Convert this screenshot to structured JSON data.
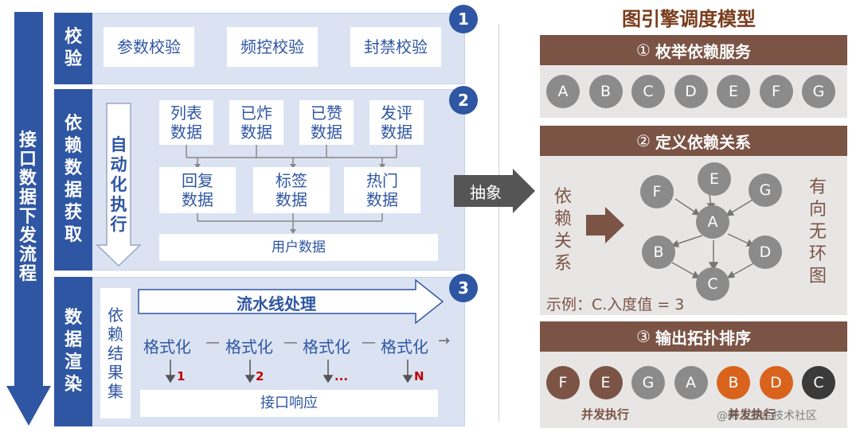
{
  "left_title": "接口数据下发流程",
  "sections": {
    "validate": {
      "label": "校验",
      "number": "1",
      "items": [
        "参数校验",
        "频控校验",
        "封禁校验"
      ]
    },
    "fetch": {
      "label": "依赖数据获取",
      "number": "2",
      "auto_exec": "自动化执行",
      "row1": [
        "列表\n数据",
        "已炸\n数据",
        "已赞\n数据",
        "发评\n数据"
      ],
      "row2": [
        "回复\n数据",
        "标签\n数据",
        "热门\n数据"
      ],
      "row3": "用户数据"
    },
    "render": {
      "label": "数据渲染",
      "number": "3",
      "pipeline": "流水线处理",
      "dep_result": "依赖结果集",
      "format_label": "格式化",
      "indices": [
        "1",
        "2",
        "...",
        "N"
      ],
      "response": "接口响应"
    }
  },
  "abstract_label": "抽象",
  "right": {
    "title": "图引擎调度模型",
    "step1": {
      "num": "①",
      "label": "枚举依赖服务"
    },
    "step2": {
      "num": "②",
      "label": "定义依赖关系"
    },
    "step3": {
      "num": "③",
      "label": "输出拓扑排序"
    },
    "services": [
      "A",
      "B",
      "C",
      "D",
      "E",
      "F",
      "G"
    ],
    "dep_text": "依赖关系",
    "dag_text": "有向无环图",
    "graph_nodes": [
      "E",
      "F",
      "G",
      "A",
      "B",
      "D",
      "C"
    ],
    "example": "示例：C.入度值 = 3",
    "topo_order": [
      "F",
      "E",
      "G",
      "A",
      "B",
      "D",
      "C"
    ],
    "parallel_label": "并发执行",
    "watermark": "@稀土掘金技术社区"
  },
  "colors": {
    "blue": "#2f56a3",
    "light_blue": "#dbe3f3",
    "brown": "#7b5446",
    "grey_node": "#8b8b8b",
    "orange": "#d9631d",
    "dark": "#3a3a3a",
    "red_index": "#c00000"
  }
}
